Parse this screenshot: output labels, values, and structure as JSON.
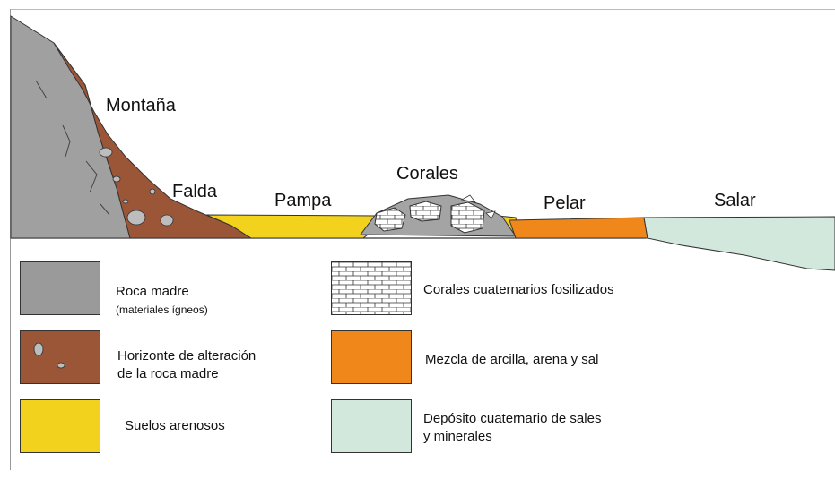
{
  "labels": {
    "montana": "Montaña",
    "falda": "Falda",
    "pampa": "Pampa",
    "corales": "Corales",
    "pelar": "Pelar",
    "salar": "Salar"
  },
  "legend": {
    "roca_madre": {
      "line1": "Roca madre",
      "line2": "(materiales ígneos)",
      "color": "#9a9a9a"
    },
    "horizonte": {
      "line1": "Horizonte de alteración",
      "line2": "de la roca madre",
      "color": "#9b5537"
    },
    "suelos": {
      "line1": "Suelos arenosos",
      "color": "#f2d21c"
    },
    "corales": {
      "line1": "Corales cuaternarios fosilizados"
    },
    "mezcla": {
      "line1": "Mezcla de arcilla, arena y sal",
      "color": "#f0871a"
    },
    "deposito": {
      "line1": "Depósito cuaternario de sales",
      "line2": "y minerales",
      "color": "#d3e8dc"
    }
  }
}
